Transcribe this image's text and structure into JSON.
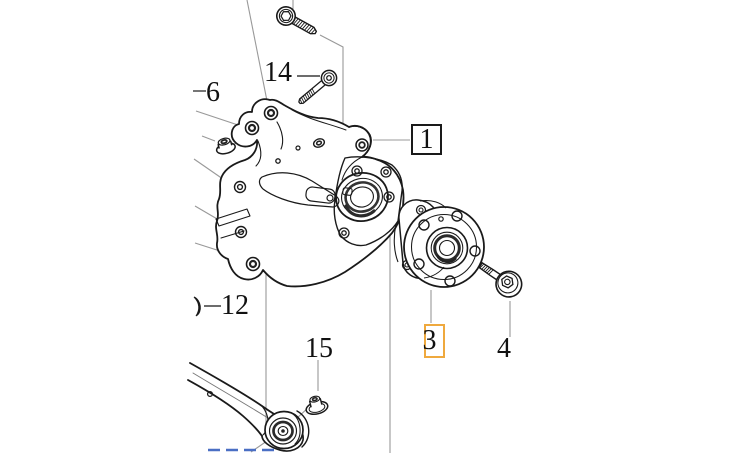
{
  "diagram_title": "rear-wheel-knuckle-and-hub-parts-diagram",
  "labels": {
    "part1": {
      "text": "1",
      "boxed": true,
      "box_style": "black-border",
      "points_to": "wheel-knuckle"
    },
    "part3": {
      "text": "3",
      "boxed": true,
      "box_style": "orange-border",
      "points_to": "wheel-hub-bearing"
    },
    "part4": {
      "text": "4",
      "boxed": false,
      "points_to": "hub-flange-bolt"
    },
    "part6": {
      "text": "6",
      "boxed": false,
      "points_to": "flange-nut-upper"
    },
    "part12": {
      "text": "12",
      "boxed": false,
      "points_to": "clip-washer"
    },
    "part14": {
      "text": "14",
      "boxed": false,
      "points_to": "bushing-bolt"
    },
    "part15": {
      "text": "15",
      "boxed": false,
      "points_to": "control-arm-nut"
    }
  },
  "colors": {
    "background": "#ffffff",
    "line_art": "#1a1a1a",
    "leader_line": "#999999",
    "label_text": "#111111",
    "box1_border": "#1a1a1a",
    "box3_border": "#efa93e",
    "link_dash_blue": "#4a6fc4"
  }
}
